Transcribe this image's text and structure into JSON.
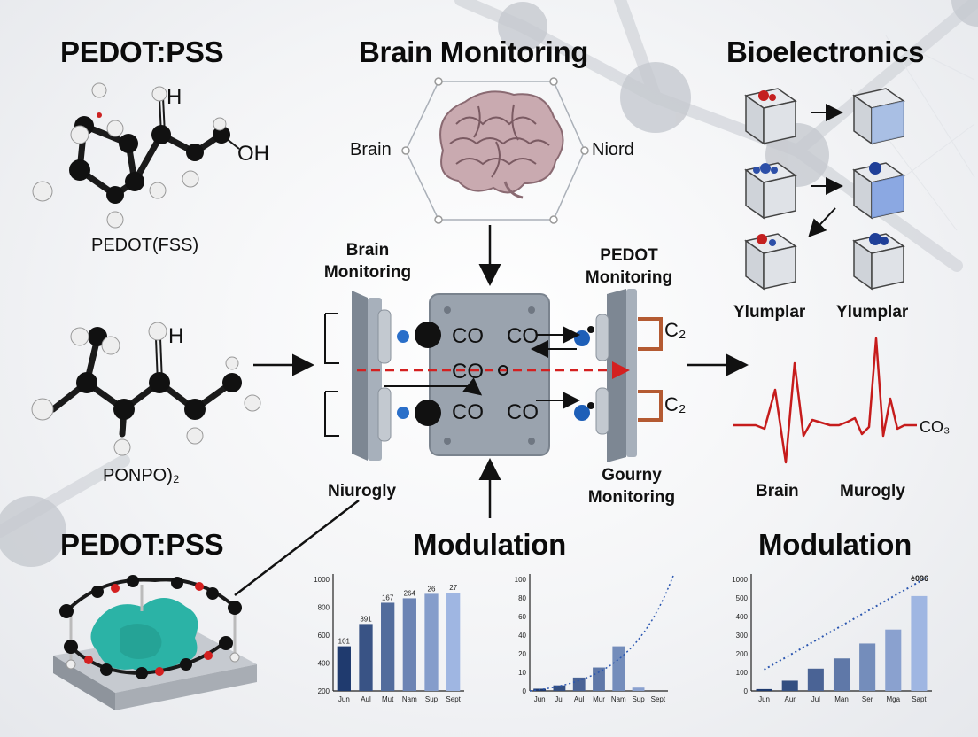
{
  "titles": {
    "pedot_top": "PEDOT:PSS",
    "brain_monitoring": "Brain Monitoring",
    "bioelectronics": "Bioelectronics",
    "pedot_bottom": "PEDOT:PSS",
    "modulation_center": "Modulation",
    "modulation_right": "Modulation"
  },
  "molecules": {
    "top_h": "H",
    "top_oh": "OH",
    "top_caption": "PEDOT(FSS)",
    "mid_h": "H",
    "mid_caption": "PONPO)₂"
  },
  "brain": {
    "left_label": "Brain",
    "right_label": "Niord"
  },
  "device": {
    "left_label_line1": "Brain",
    "left_label_line2": "Monitoring",
    "right_label_line1": "PEDOT",
    "right_label_line2": "Monitoring",
    "bottom_left_label": "Niurogly",
    "bottom_right_line1": "Gourny",
    "bottom_right_line2": "Monitoring",
    "co_top_left": "CO",
    "co_top_right": "CO",
    "co_center": "CO",
    "co_bottom_left": "CO",
    "co_bottom_right": "CO",
    "c2_top": "C₂",
    "c2_bottom": "C₂"
  },
  "cubes": {
    "label_left": "Ylumplar",
    "label_right": "Ylumplar"
  },
  "signal": {
    "co3": "CO₃",
    "label_left": "Brain",
    "label_right": "Murogly"
  },
  "colors": {
    "accent_red": "#d42020",
    "bar_dark": "#1f3a6e",
    "bar_light": "#9fb6e2",
    "device_gray": "#9aa3ae"
  },
  "chart_data": [
    {
      "type": "bar",
      "categories": [
        "Jun",
        "Aul",
        "Mut",
        "Nam",
        "Sup",
        "Sept"
      ],
      "values": [
        400,
        600,
        790,
        830,
        870,
        880
      ],
      "data_labels": [
        "101",
        "391",
        "167",
        "264",
        "26",
        "27"
      ],
      "yticks": [
        "1000",
        "800",
        "600",
        "400",
        "200"
      ],
      "ylim": [
        0,
        1000
      ]
    },
    {
      "type": "bar",
      "categories": [
        "Jun",
        "Jul",
        "Aul",
        "Mur",
        "Nam",
        "Sup",
        "Sept"
      ],
      "values": [
        2,
        5,
        12,
        21,
        40,
        3,
        0
      ],
      "yticks": [
        "100",
        "80",
        "60",
        "40",
        "20",
        "10",
        "0"
      ],
      "ylim": [
        0,
        100
      ],
      "trend": "dotted-exponential"
    },
    {
      "type": "bar",
      "categories": [
        "Jun",
        "Aur",
        "Jul",
        "Man",
        "Ser",
        "Mga",
        "Sapt"
      ],
      "values": [
        10,
        55,
        120,
        175,
        255,
        330,
        510
      ],
      "annotation": "è096",
      "yticks": [
        "1000",
        "500",
        "400",
        "300",
        "200",
        "100",
        "0"
      ],
      "ylim": [
        0,
        600
      ],
      "trend": "dotted-linear"
    }
  ]
}
